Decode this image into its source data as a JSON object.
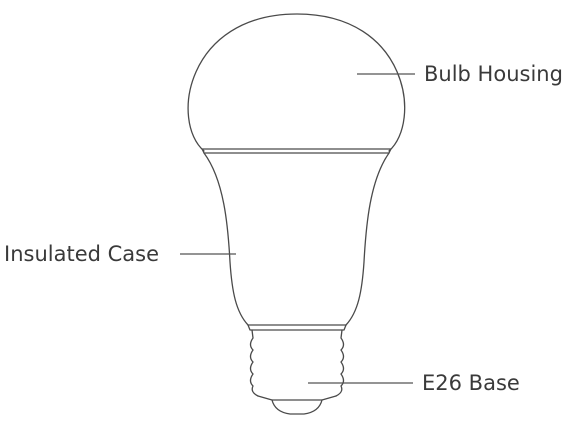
{
  "diagram": {
    "labels": {
      "bulb_housing": "Bulb Housing",
      "insulated_case": "Insulated Case",
      "base": "E26 Base"
    },
    "colors": {
      "outline": "#4a4a4a",
      "leader_line": "#555555",
      "text": "#3a3a3a",
      "background": "#ffffff"
    }
  }
}
